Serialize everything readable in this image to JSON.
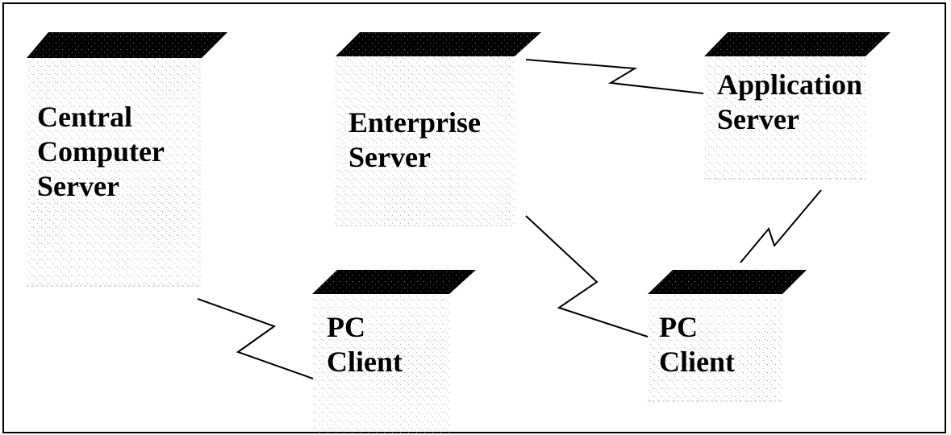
{
  "nodes": {
    "central": {
      "lines": [
        "Central",
        "Computer",
        "Server"
      ]
    },
    "enterprise": {
      "lines": [
        "Enterprise",
        "Server"
      ]
    },
    "application": {
      "lines": [
        "Application",
        "Server"
      ]
    },
    "pc_left": {
      "lines": [
        "PC",
        "Client"
      ]
    },
    "pc_right": {
      "lines": [
        "PC",
        "Client"
      ]
    }
  },
  "colors": {
    "roof": "#000000",
    "frame": "#000000",
    "link": "#000000",
    "texture": "#8a8a8a"
  }
}
